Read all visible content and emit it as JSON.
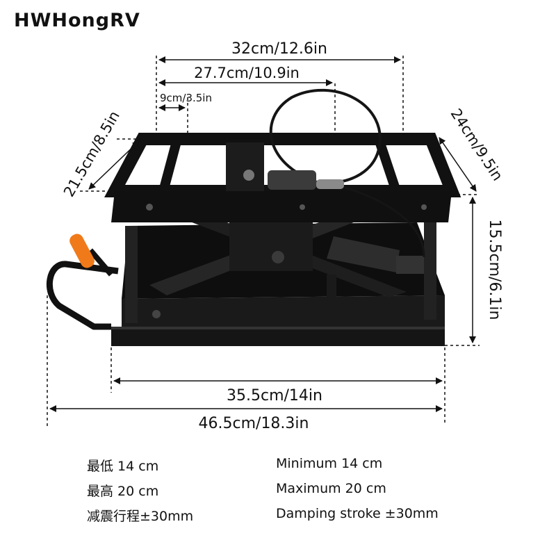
{
  "brand": "HWHongRV",
  "dimensions": {
    "top_width": "32cm/12.6in",
    "inner_width": "27.7cm/10.9in",
    "hole_gap": "9cm/3.5in",
    "left_depth": "21.5cm/8.5in",
    "right_depth": "24cm/9.5in",
    "height": "15.5cm/6.1in",
    "base_width": "35.5cm/14in",
    "overall_width": "46.5cm/18.3in"
  },
  "specs_cn": [
    "最低 14 cm",
    "最高 20 cm",
    "减震行程±30mm"
  ],
  "specs_en": [
    "Minimum 14 cm",
    "Maximum 20 cm",
    "Damping stroke ±30mm"
  ],
  "colors": {
    "frame": "#111111",
    "handle_grip": "#f07a1a",
    "dimension_line": "#111111"
  }
}
